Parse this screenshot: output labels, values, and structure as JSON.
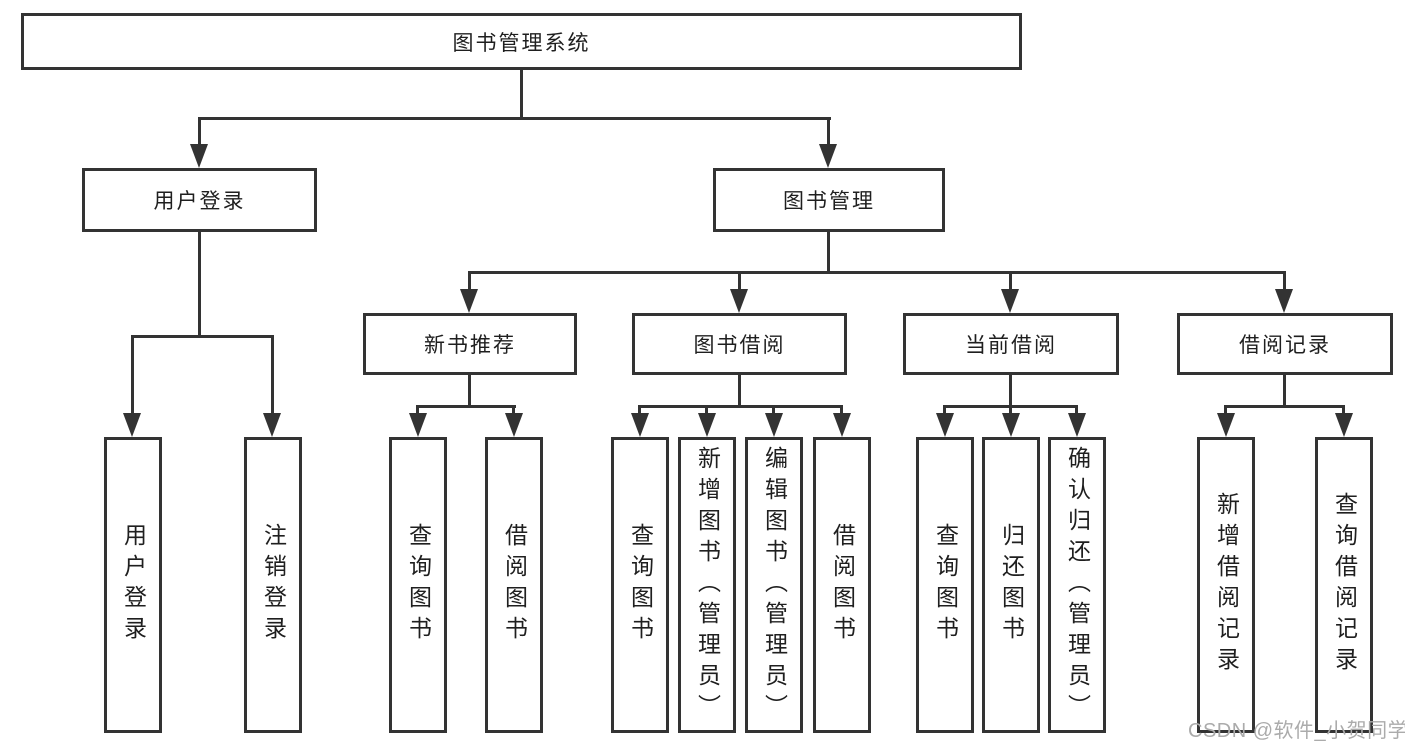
{
  "diagram": {
    "title": "图书管理系统",
    "type": "hierarchy",
    "colors": {
      "line": "#333333",
      "text": "#1f1f1f",
      "box_background": "#ffffff",
      "watermark": "#ababab"
    },
    "tree": {
      "label": "图书管理系统",
      "children": [
        {
          "label": "用户登录",
          "children": [
            {
              "label": "用户登录"
            },
            {
              "label": "注销登录"
            }
          ]
        },
        {
          "label": "图书管理",
          "children": [
            {
              "label": "新书推荐",
              "children": [
                {
                  "label": "查询图书"
                },
                {
                  "label": "借阅图书"
                }
              ]
            },
            {
              "label": "图书借阅",
              "children": [
                {
                  "label": "查询图书"
                },
                {
                  "label": "新增图书（管理员）"
                },
                {
                  "label": "编辑图书（管理员）"
                },
                {
                  "label": "借阅图书"
                }
              ]
            },
            {
              "label": "当前借阅",
              "children": [
                {
                  "label": "查询图书"
                },
                {
                  "label": "归还图书"
                },
                {
                  "label": "确认归还（管理员）"
                }
              ]
            },
            {
              "label": "借阅记录",
              "children": [
                {
                  "label": "新增借阅记录"
                },
                {
                  "label": "查询借阅记录"
                }
              ]
            }
          ]
        }
      ]
    }
  },
  "watermark": {
    "text": "CSDN @软件_小贺同学"
  }
}
